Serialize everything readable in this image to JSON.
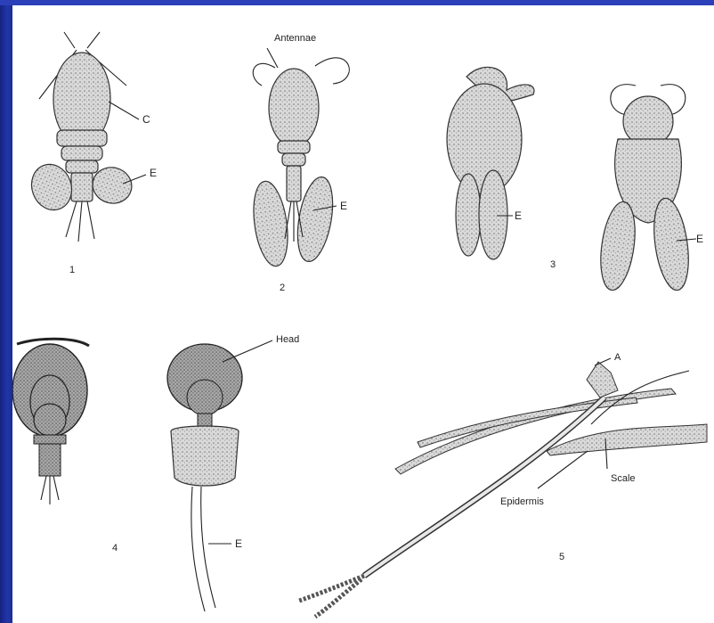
{
  "colors": {
    "frame": "#1a2a8c",
    "panel": "#ffffff",
    "ink": "#222222"
  },
  "labels": {
    "antennae": "Antennae",
    "c": "C",
    "e": "E",
    "head": "Head",
    "a": "A",
    "scale": "Scale",
    "epidermis": "Epidermis"
  },
  "figure_numbers": {
    "n1": "1",
    "n2": "2",
    "n3": "3",
    "n4": "4",
    "n5": "5"
  }
}
